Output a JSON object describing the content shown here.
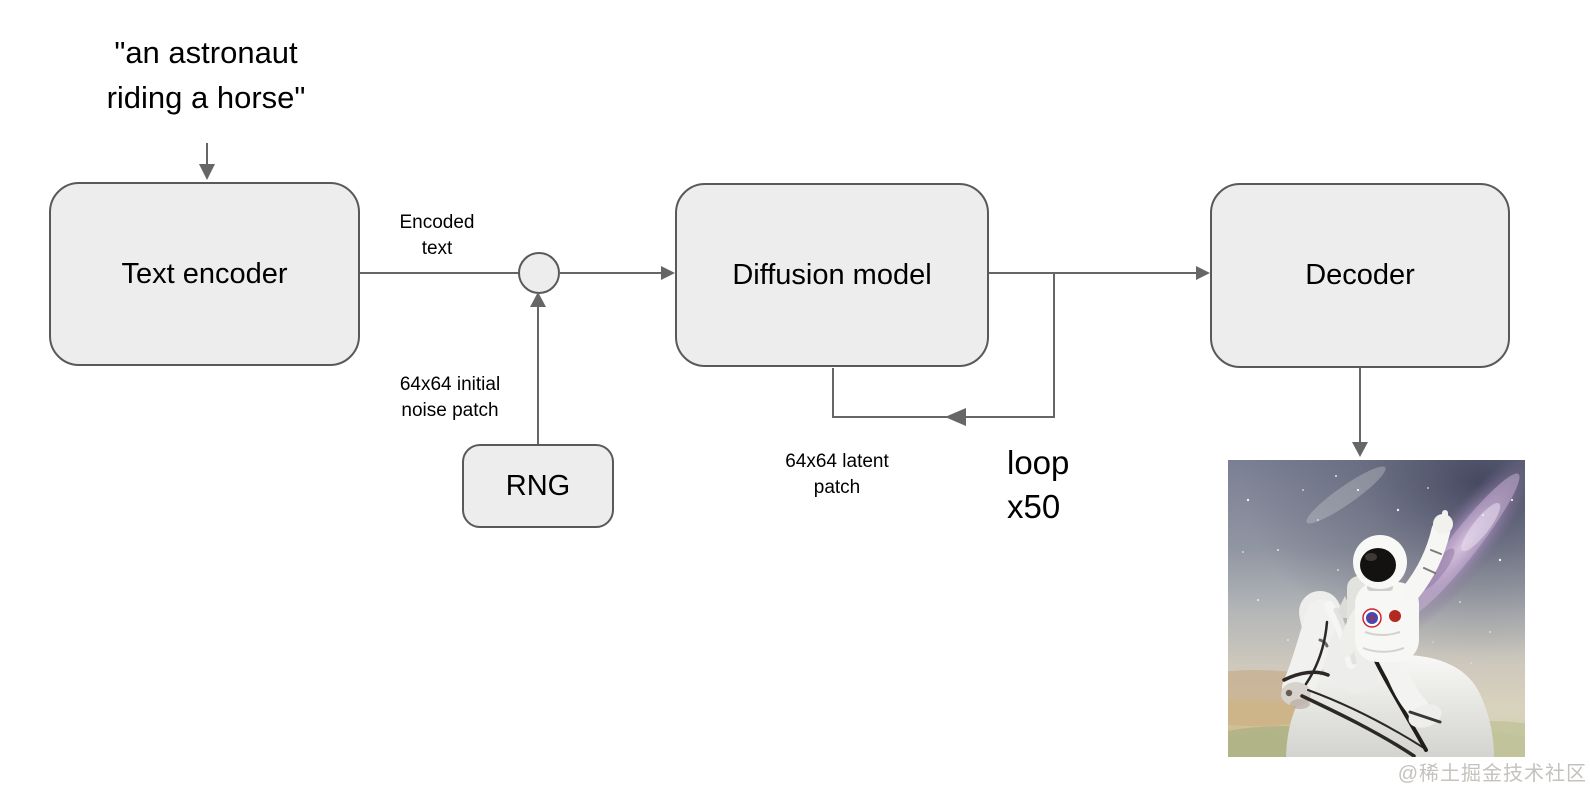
{
  "diagram": {
    "prompt": "\"an astronaut\nriding a horse\"",
    "nodes": {
      "text_encoder": "Text encoder",
      "rng": "RNG",
      "diffusion_model": "Diffusion model",
      "decoder": "Decoder"
    },
    "edge_labels": {
      "encoded_text": "Encoded\ntext",
      "initial_noise": "64x64 initial\nnoise patch",
      "latent_patch": "64x64 latent\npatch",
      "loop": "loop\nx50"
    },
    "output_image": {
      "description": "astronaut riding a white horse"
    },
    "colors": {
      "node_fill": "#ededed",
      "node_border": "#595959",
      "connector": "#666666",
      "text": "#000000",
      "watermark": "#c5c2bd",
      "background": "#ffffff"
    }
  },
  "watermark": {
    "text": "@稀土掘金技术社区"
  }
}
